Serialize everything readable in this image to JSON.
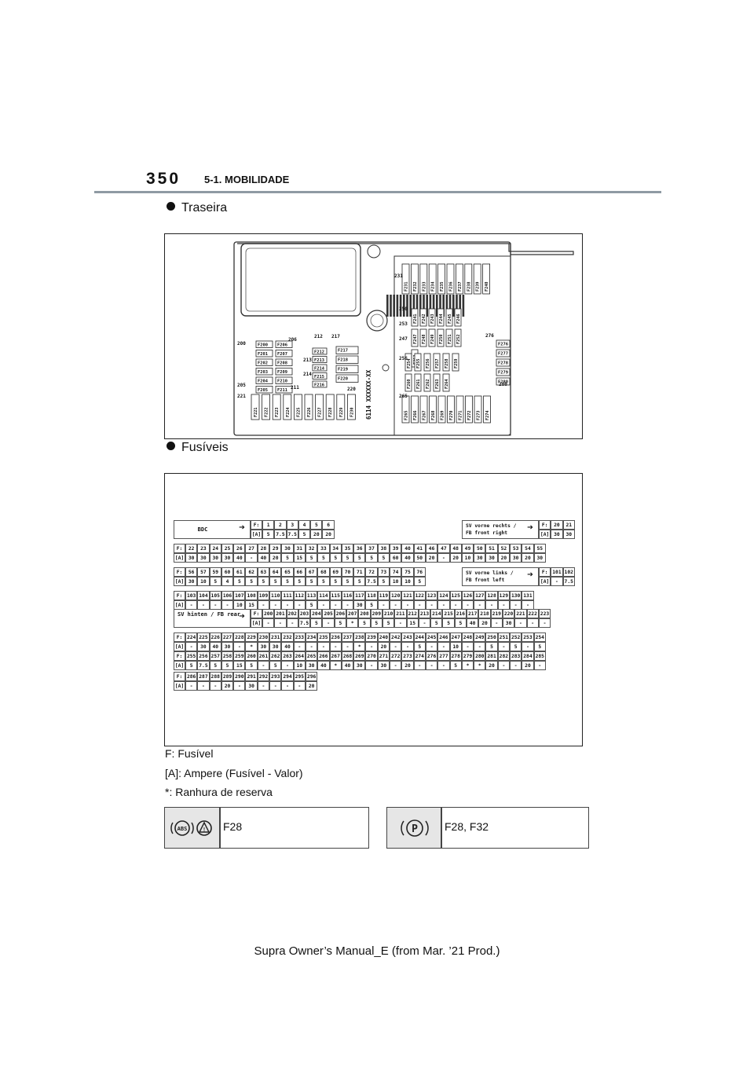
{
  "header": {
    "page_number": "350",
    "section": "5-1. MOBILIDADE"
  },
  "sections": {
    "rear_title": "Traseira",
    "fuses_title": "Fusíveis"
  },
  "fusebox_diagram": {
    "left_column": [
      "F200",
      "F201",
      "F202",
      "F203",
      "F204",
      "F205"
    ],
    "left_column2": [
      "F206",
      "F207",
      "F208",
      "F209",
      "F210",
      "F211"
    ],
    "mid_small": [
      "F212",
      "F213",
      "F214",
      "F215",
      "F216"
    ],
    "mid_large": [
      "F217",
      "F218",
      "F219",
      "F220"
    ],
    "bottom_left": [
      "F221",
      "F222",
      "F223",
      "F224",
      "F225",
      "F226",
      "F227",
      "F228",
      "F229",
      "F230"
    ],
    "top_right": [
      "F231",
      "F232",
      "F233",
      "F234",
      "F235",
      "F236",
      "F237",
      "F238",
      "F239",
      "F240"
    ],
    "right_block1": [
      "F241",
      "F242",
      "F243",
      "F244",
      "F245",
      "F246",
      "F247",
      "F248",
      "F249",
      "F250",
      "F251",
      "F252",
      "F253"
    ],
    "right_block2": [
      "F254",
      "F255",
      "F256",
      "F257",
      "F258",
      "F259",
      "F260",
      "F261",
      "F262",
      "F263",
      "F264"
    ],
    "right_side": [
      "F276",
      "F277",
      "F278",
      "F279",
      "F280"
    ],
    "bottom_right": [
      "F265",
      "F266",
      "F267",
      "F268",
      "F269",
      "F270",
      "F271",
      "F272",
      "F273",
      "F274"
    ],
    "labels": [
      "200",
      "205",
      "206",
      "211",
      "212",
      "217",
      "220",
      "221",
      "231",
      "247",
      "276",
      "280",
      "250",
      "253",
      "256",
      "265",
      "213",
      "214"
    ],
    "part_code": "6114 XXXXXX-XX"
  },
  "fuse_table": {
    "rows": [
      {
        "note": "BDC",
        "cols": [
          [
            "F:",
            "[A]"
          ],
          [
            "1",
            "5"
          ],
          [
            "2",
            "7.5"
          ],
          [
            "3",
            "7.5"
          ],
          [
            "4",
            "5"
          ],
          [
            "5",
            "20"
          ],
          [
            "6",
            "20"
          ]
        ],
        "note2": "SV vorne rechts / FB front right",
        "cols2": [
          [
            "F:",
            "[A]"
          ],
          [
            "20",
            "30"
          ],
          [
            "21",
            "30"
          ]
        ]
      },
      {
        "cols": [
          [
            "F:",
            "[A]"
          ],
          [
            "22",
            "30"
          ],
          [
            "23",
            "30"
          ],
          [
            "24",
            "30"
          ],
          [
            "25",
            "30"
          ],
          [
            "26",
            "40"
          ],
          [
            "27",
            "-"
          ],
          [
            "28",
            "40"
          ],
          [
            "29",
            "20"
          ],
          [
            "30",
            "5"
          ],
          [
            "31",
            "15"
          ],
          [
            "32",
            "5"
          ],
          [
            "33",
            "5"
          ],
          [
            "34",
            "5"
          ],
          [
            "35",
            "5"
          ],
          [
            "36",
            "5"
          ],
          [
            "37",
            "5"
          ],
          [
            "38",
            "5"
          ],
          [
            "39",
            "60"
          ],
          [
            "40",
            "40"
          ],
          [
            "41",
            "50"
          ],
          [
            "46",
            "20"
          ],
          [
            "47",
            "-"
          ],
          [
            "48",
            "20"
          ],
          [
            "49",
            "10"
          ],
          [
            "50",
            "30"
          ],
          [
            "51",
            "30"
          ],
          [
            "52",
            "20"
          ],
          [
            "53",
            "30"
          ],
          [
            "54",
            "20"
          ],
          [
            "55",
            "30"
          ]
        ]
      },
      {
        "cols": [
          [
            "F:",
            "[A]"
          ],
          [
            "56",
            "30"
          ],
          [
            "57",
            "10"
          ],
          [
            "59",
            "5"
          ],
          [
            "60",
            "4"
          ],
          [
            "61",
            "5"
          ],
          [
            "62",
            "5"
          ],
          [
            "63",
            "5"
          ],
          [
            "64",
            "5"
          ],
          [
            "65",
            "5"
          ],
          [
            "66",
            "5"
          ],
          [
            "67",
            "5"
          ],
          [
            "68",
            "5"
          ],
          [
            "69",
            "5"
          ],
          [
            "70",
            "5"
          ],
          [
            "71",
            "5"
          ],
          [
            "72",
            "7.5"
          ],
          [
            "73",
            "5"
          ],
          [
            "74",
            "10"
          ],
          [
            "75",
            "10"
          ],
          [
            "76",
            "5"
          ]
        ],
        "note2": "SV vorne links / FB front left",
        "cols2": [
          [
            "F:",
            "[A]"
          ],
          [
            "101",
            "-"
          ],
          [
            "102",
            "7.5"
          ]
        ]
      },
      {
        "cols": [
          [
            "F:",
            "[A]"
          ],
          [
            "103",
            "-"
          ],
          [
            "104",
            "-"
          ],
          [
            "105",
            "-"
          ],
          [
            "106",
            "-"
          ],
          [
            "107",
            "10"
          ],
          [
            "108",
            "15"
          ],
          [
            "109",
            "-"
          ],
          [
            "110",
            "-"
          ],
          [
            "111",
            "-"
          ],
          [
            "112",
            "-"
          ],
          [
            "113",
            "5"
          ],
          [
            "114",
            "-"
          ],
          [
            "115",
            "-"
          ],
          [
            "116",
            "-"
          ],
          [
            "117",
            "30"
          ],
          [
            "118",
            "5"
          ],
          [
            "119",
            "-"
          ],
          [
            "120",
            "-"
          ],
          [
            "121",
            "-"
          ],
          [
            "122",
            "-"
          ],
          [
            "123",
            "-"
          ],
          [
            "124",
            "-"
          ],
          [
            "125",
            "-"
          ],
          [
            "126",
            "-"
          ],
          [
            "127",
            "-"
          ],
          [
            "128",
            "-"
          ],
          [
            "129",
            "-"
          ],
          [
            "130",
            "-"
          ],
          [
            "131",
            "-"
          ]
        ]
      },
      {
        "note": "SV hinten / FB rear",
        "cols": [
          [
            "F:",
            "[A]"
          ],
          [
            "200",
            "-"
          ],
          [
            "201",
            "-"
          ],
          [
            "202",
            "-"
          ],
          [
            "203",
            "7.5"
          ],
          [
            "204",
            "5"
          ],
          [
            "205",
            "-"
          ],
          [
            "206",
            "5"
          ],
          [
            "207",
            "*"
          ],
          [
            "208",
            "5"
          ],
          [
            "209",
            "5"
          ],
          [
            "210",
            "5"
          ],
          [
            "211",
            "-"
          ],
          [
            "212",
            "15"
          ],
          [
            "213",
            "-"
          ],
          [
            "214",
            "5"
          ],
          [
            "215",
            "5"
          ],
          [
            "216",
            "5"
          ],
          [
            "217",
            "40"
          ],
          [
            "218",
            "20"
          ],
          [
            "219",
            "-"
          ],
          [
            "220",
            "30"
          ],
          [
            "221",
            "-"
          ],
          [
            "222",
            "-"
          ],
          [
            "223",
            "-"
          ]
        ]
      },
      {
        "cols": [
          [
            "F:",
            "[A]"
          ],
          [
            "224",
            "-"
          ],
          [
            "225",
            "30"
          ],
          [
            "226",
            "40"
          ],
          [
            "227",
            "30"
          ],
          [
            "228",
            "-"
          ],
          [
            "229",
            "*"
          ],
          [
            "230",
            "30"
          ],
          [
            "231",
            "30"
          ],
          [
            "232",
            "40"
          ],
          [
            "233",
            "-"
          ],
          [
            "234",
            "-"
          ],
          [
            "235",
            "-"
          ],
          [
            "236",
            "-"
          ],
          [
            "237",
            "-"
          ],
          [
            "238",
            "*"
          ],
          [
            "239",
            "-"
          ],
          [
            "240",
            "20"
          ],
          [
            "242",
            "-"
          ],
          [
            "243",
            "-"
          ],
          [
            "244",
            "5"
          ],
          [
            "245",
            "-"
          ],
          [
            "246",
            "-"
          ],
          [
            "247",
            "10"
          ],
          [
            "248",
            "-"
          ],
          [
            "249",
            "-"
          ],
          [
            "250",
            "5"
          ],
          [
            "251",
            "-"
          ],
          [
            "252",
            "5"
          ],
          [
            "253",
            "-"
          ],
          [
            "254",
            "5"
          ]
        ]
      },
      {
        "cols": [
          [
            "F:",
            "[A]"
          ],
          [
            "255",
            "5"
          ],
          [
            "256",
            "7.5"
          ],
          [
            "257",
            "5"
          ],
          [
            "258",
            "5"
          ],
          [
            "259",
            "15"
          ],
          [
            "260",
            "5"
          ],
          [
            "261",
            "-"
          ],
          [
            "262",
            "5"
          ],
          [
            "263",
            "-"
          ],
          [
            "264",
            "10"
          ],
          [
            "265",
            "30"
          ],
          [
            "266",
            "40"
          ],
          [
            "267",
            "*"
          ],
          [
            "268",
            "40"
          ],
          [
            "269",
            "30"
          ],
          [
            "270",
            "-"
          ],
          [
            "271",
            "30"
          ],
          [
            "272",
            "-"
          ],
          [
            "273",
            "20"
          ],
          [
            "274",
            "-"
          ],
          [
            "276",
            "-"
          ],
          [
            "277",
            "-"
          ],
          [
            "278",
            "5"
          ],
          [
            "279",
            "*"
          ],
          [
            "280",
            "*"
          ],
          [
            "281",
            "20"
          ],
          [
            "282",
            "-"
          ],
          [
            "283",
            "-"
          ],
          [
            "284",
            "20"
          ],
          [
            "285",
            "-"
          ]
        ]
      },
      {
        "cols": [
          [
            "F:",
            "[A]"
          ],
          [
            "286",
            "-"
          ],
          [
            "287",
            "-"
          ],
          [
            "288",
            "-"
          ],
          [
            "289",
            "20"
          ],
          [
            "290",
            "-"
          ],
          [
            "291",
            "30"
          ],
          [
            "292",
            "-"
          ],
          [
            "293",
            "-"
          ],
          [
            "294",
            "-"
          ],
          [
            "295",
            "-"
          ],
          [
            "296",
            "20"
          ]
        ]
      }
    ]
  },
  "legend": {
    "fuse": "F: Fusível",
    "ampere": "[A]: Ampere (Fusível - Valor)",
    "spare": "*: Ranhura de reserva"
  },
  "function_table": [
    {
      "icons": [
        "abs-icon",
        "brake-warning-icon"
      ],
      "fuses": "F28"
    },
    {
      "icons": [
        "parking-brake-icon"
      ],
      "fuses": "F28, F32"
    }
  ],
  "footer": "Supra Owner’s Manual_E (from Mar. ’21 Prod.)"
}
